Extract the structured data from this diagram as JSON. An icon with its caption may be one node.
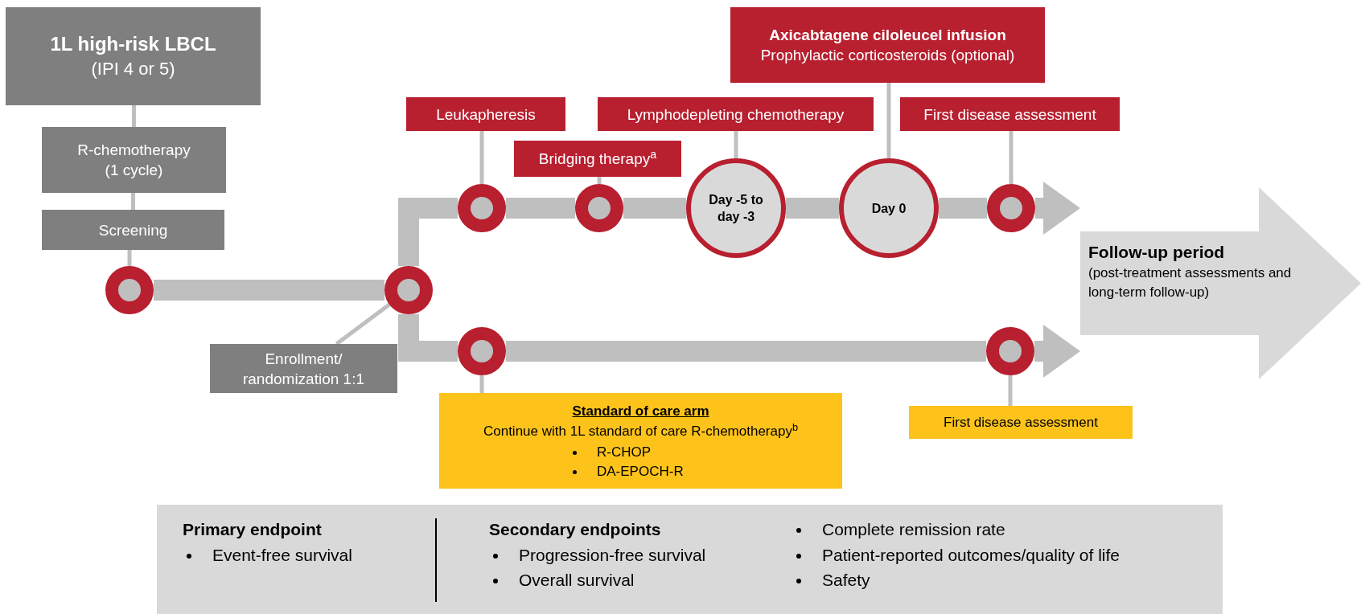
{
  "diagram": {
    "nodes": [
      {
        "text": [
          "1L high-risk LBCL",
          "(IPI 4 or 5)"
        ]
      },
      {
        "text": [
          "R-chemotherapy (1 cycle)"
        ]
      },
      {
        "text": [
          "Screening"
        ]
      },
      {
        "text": [],
        "shape": "circle"
      },
      {
        "text": [
          "Enrollment/ randomization 1:1"
        ]
      },
      {
        "text": [],
        "shape": "circle"
      },
      {
        "text": [
          "Leukapheresis"
        ]
      },
      {
        "text": [
          "Bridging therapy$^{a}$"
        ]
      },
      {
        "text": [
          "Lymphodepleting chemotherapy"
        ]
      },
      {
        "text": [
          "Axicabtagene ciloleucel infusion",
          "Prophylactic corticosteroids (optional)"
        ]
      },
      {
        "text": [
          "First disease assessment"
        ]
      },
      {
        "text": [],
        "shape": "circle"
      },
      {
        "text": [],
        "shape": "circle"
      },
      {
        "text": [
          "Day -5 to day -3"
        ]
      },
      {
        "text": [
          "Day 0"
        ]
      },
      {
        "text": [],
        "shape": "circle"
      },
      {
        "text": [
          "Standard of care arm",
          "Continue with 1L standard of care R-chemotherapy$^{b}$",
          "R-CHOP",
          "DA-EPOCH-R"
        ]
      },
      {
        "text": [],
        "shape": "circle"
      },
      {
        "text": [
          "First disease assessment"
        ]
      },
      {
        "text": [],
        "shape": "circle"
      },
      {
        "text": [
          "Follow-up period",
          "(post-treatment assessments and long-term follow-up)"
        ]
      },
      {
        "text": [
          "Primary endpoint",
          "Event-free survival",
          "Secondary endpoints",
          "Progression-free survival",
          "Overall survival",
          "Complete remission rate",
          "Patient-reported outcomes/quality of life",
          "Safety"
        ]
      }
    ],
    "edges": [
      {
        "from": 0,
        "to": 1,
        "arrow": "none"
      },
      {
        "from": 1,
        "to": 2,
        "arrow": "none"
      },
      {
        "from": 2,
        "to": 3,
        "arrow": "none"
      },
      {
        "from": 3,
        "to": 5,
        "arrow": "none",
        "style": "thick"
      },
      {
        "from": 4,
        "to": 5,
        "arrow": "none"
      },
      {
        "from": 5,
        "to": 11,
        "arrow": "none",
        "style": "thick"
      },
      {
        "from": 11,
        "to": 12,
        "arrow": "none",
        "style": "thick"
      },
      {
        "from": 12,
        "to": 13,
        "arrow": "none",
        "style": "thick"
      },
      {
        "from": 13,
        "to": 14,
        "arrow": "none",
        "style": "thick"
      },
      {
        "from": 14,
        "to": 15,
        "arrow": "none",
        "style": "thick"
      },
      {
        "from": 15,
        "to": 20,
        "arrow": "to",
        "style": "thick"
      },
      {
        "from": 5,
        "to": 17,
        "arrow": "none",
        "style": "thick"
      },
      {
        "from": 17,
        "to": 19,
        "arrow": "none",
        "style": "thick"
      },
      {
        "from": 19,
        "to": 20,
        "arrow": "to",
        "style": "thick"
      },
      {
        "from": 6,
        "to": 11,
        "arrow": "none"
      },
      {
        "from": 7,
        "to": 12,
        "arrow": "none"
      },
      {
        "from": 8,
        "to": 13,
        "arrow": "none"
      },
      {
        "from": 9,
        "to": 14,
        "arrow": "none"
      },
      {
        "from": 10,
        "to": 15,
        "arrow": "none"
      },
      {
        "from": 16,
        "to": 17,
        "arrow": "none"
      },
      {
        "from": 18,
        "to": 19,
        "arrow": "none"
      }
    ]
  }
}
